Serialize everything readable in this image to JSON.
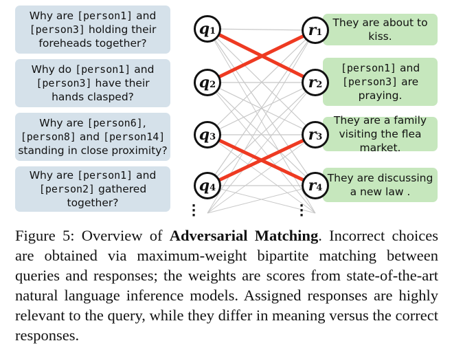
{
  "queries": [
    {
      "lines": [
        [
          "Why are ",
          "[person1]",
          " and"
        ],
        [
          "[person3]",
          " holding their"
        ],
        [
          "foreheads together?"
        ]
      ]
    },
    {
      "lines": [
        [
          "Why do ",
          "[person1]",
          " and"
        ],
        [
          "[person3]",
          " have their"
        ],
        [
          "hands clasped?"
        ]
      ]
    },
    {
      "lines": [
        [
          "Why are ",
          "[person6]",
          ","
        ],
        [
          "[person8]",
          " and ",
          "[person14]"
        ],
        [
          "standing in close proximity?"
        ]
      ]
    },
    {
      "lines": [
        [
          "Why are ",
          "[person1]",
          " and"
        ],
        [
          "[person2]",
          " gathered"
        ],
        [
          "together?"
        ]
      ]
    }
  ],
  "responses": [
    {
      "lines": [
        [
          "They are about to"
        ],
        [
          "kiss."
        ]
      ]
    },
    {
      "lines": [
        [
          "[person1]",
          " and"
        ],
        [
          "[person3]",
          " are"
        ],
        [
          "praying."
        ]
      ]
    },
    {
      "lines": [
        [
          "They are a family"
        ],
        [
          "visiting the flea market."
        ]
      ]
    },
    {
      "lines": [
        [
          "They are discussing"
        ],
        [
          "a new law ."
        ]
      ]
    }
  ],
  "nodes": {
    "q": [
      {
        "sym": "q",
        "sub": "1"
      },
      {
        "sym": "q",
        "sub": "2"
      },
      {
        "sym": "q",
        "sub": "3"
      },
      {
        "sym": "q",
        "sub": "4"
      }
    ],
    "r": [
      {
        "sym": "r",
        "sub": "1"
      },
      {
        "sym": "r",
        "sub": "2"
      },
      {
        "sym": "r",
        "sub": "3"
      },
      {
        "sym": "r",
        "sub": "4"
      }
    ]
  },
  "matching": [
    [
      0,
      1
    ],
    [
      1,
      0
    ],
    [
      2,
      3
    ],
    [
      3,
      2
    ]
  ],
  "colors": {
    "query_bg": "#d5e1ea",
    "response_bg": "#c6e7bd",
    "match_edge": "#ee3a22",
    "other_edge": "#c8c8c8"
  },
  "caption": {
    "label": "Figure 5:",
    "pre": " Overview of ",
    "bold": "Adversarial Matching",
    "post": ". Incorrect choices are obtained via maximum-weight bipartite matching between queries and responses; the weights are scores from state-of-the-art natural language inference models. Assigned responses are highly relevant to the query, while they differ in meaning versus the correct responses."
  }
}
